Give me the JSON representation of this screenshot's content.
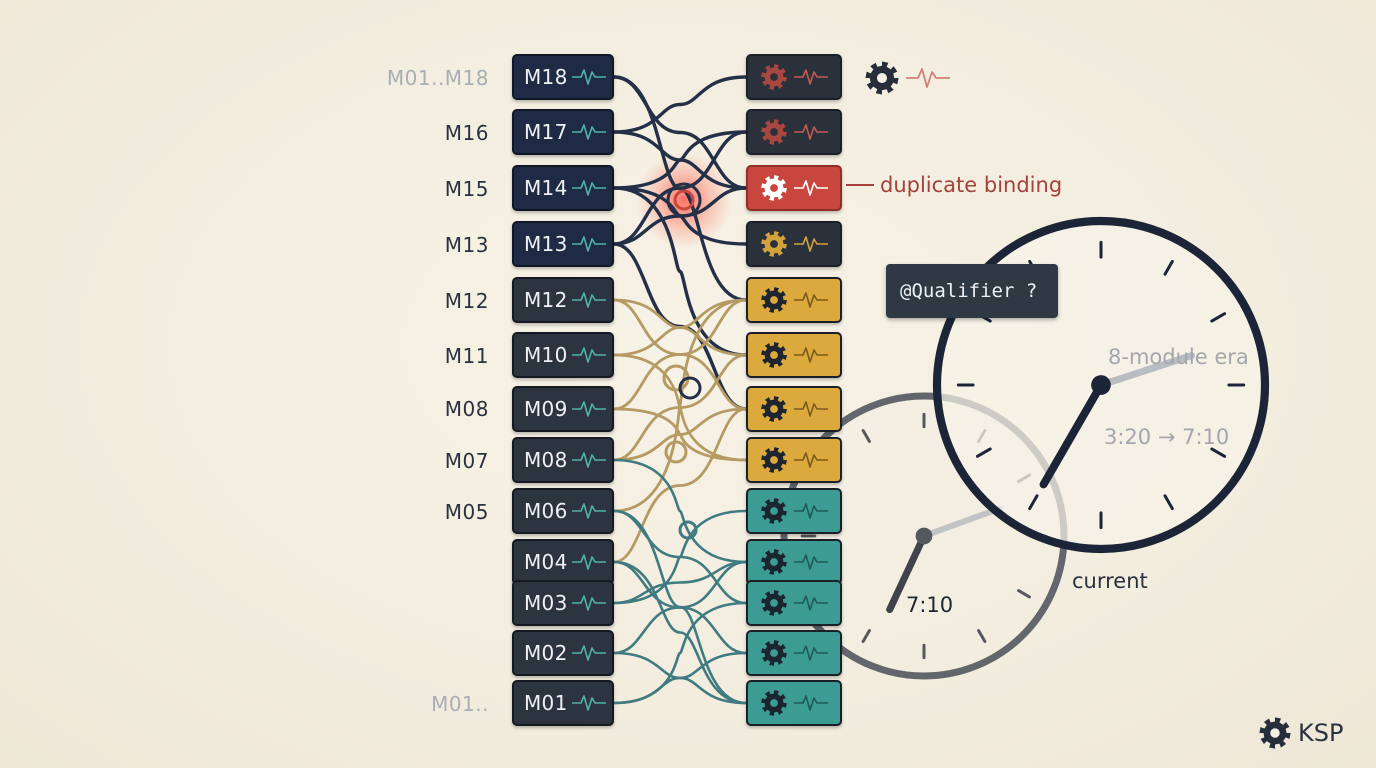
{
  "left_labels": [
    {
      "text": "M01..M18",
      "faded": true
    },
    {
      "text": "M16",
      "faded": false
    },
    {
      "text": "M15",
      "faded": false
    },
    {
      "text": "M13",
      "faded": false
    },
    {
      "text": "M12",
      "faded": false
    },
    {
      "text": "M11",
      "faded": false
    },
    {
      "text": "M08",
      "faded": false
    },
    {
      "text": "M07",
      "faded": false
    },
    {
      "text": "M05",
      "faded": false
    },
    {
      "text": "M01..",
      "faded": true
    }
  ],
  "modules": [
    {
      "label": "M18",
      "tone": "navy"
    },
    {
      "label": "M17",
      "tone": "navy"
    },
    {
      "label": "M14",
      "tone": "navy"
    },
    {
      "label": "M13",
      "tone": "navy"
    },
    {
      "label": "M12",
      "tone": "grey"
    },
    {
      "label": "M10",
      "tone": "grey"
    },
    {
      "label": "M09",
      "tone": "grey"
    },
    {
      "label": "M08",
      "tone": "grey"
    },
    {
      "label": "M06",
      "tone": "grey"
    },
    {
      "label": "M04",
      "tone": "grey"
    },
    {
      "label": "M03",
      "tone": "grey"
    },
    {
      "label": "M02",
      "tone": "grey"
    },
    {
      "label": "M01",
      "tone": "grey"
    }
  ],
  "bindings": [
    {
      "status": "dark-red"
    },
    {
      "status": "dark-red"
    },
    {
      "status": "duplicate"
    },
    {
      "status": "dark-amber"
    },
    {
      "status": "amber"
    },
    {
      "status": "amber"
    },
    {
      "status": "amber"
    },
    {
      "status": "amber"
    },
    {
      "status": "teal"
    },
    {
      "status": "teal"
    },
    {
      "status": "teal"
    },
    {
      "status": "teal"
    },
    {
      "status": "teal"
    }
  ],
  "duplicate_label": "duplicate binding",
  "tooltip": "@Qualifier ?",
  "clock_old": {
    "era_label": "8-module era",
    "time_label": "3:20 → 7:10"
  },
  "clock_current": {
    "label": "current",
    "time_label": "7:10"
  },
  "brand": "KSP",
  "colors": {
    "navy": "#1f2b45",
    "red": "#c9463f",
    "amber": "#dcaa3c",
    "teal": "#3c9c93",
    "wire_navy": "#243048",
    "wire_tan": "#b59a63",
    "wire_teal": "#3f7b80",
    "annotation_red": "#a5403a"
  },
  "icons": {
    "binding": "gear-icon",
    "signal": "pulse-icon",
    "brand": "gear-icon"
  }
}
